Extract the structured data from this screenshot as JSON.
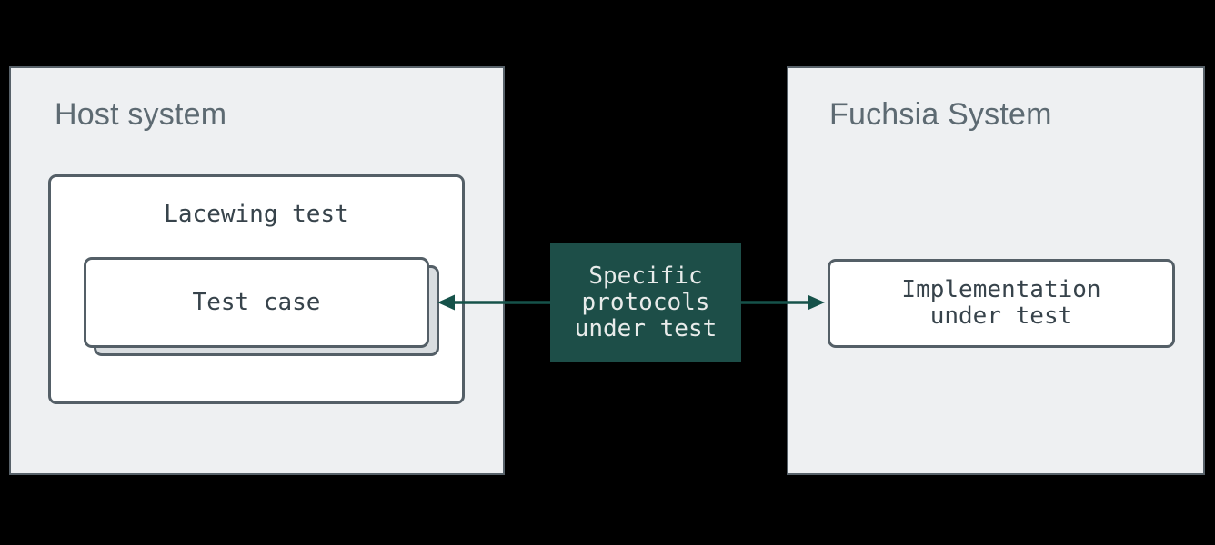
{
  "colors": {
    "page_bg": "#000000",
    "panel_bg": "#eef0f2",
    "panel_border": "#58626a",
    "box_bg": "#ffffff",
    "box_border": "#545f67",
    "stack_bg": "#d9dde0",
    "teal_bg": "#1d4e48",
    "teal_text": "#e8ebea",
    "arrow": "#16524a",
    "panel_label": "#5d6a72",
    "mono_text": "#37434b"
  },
  "host_panel": {
    "label": "Host system"
  },
  "fuchsia_panel": {
    "label": "Fuchsia System"
  },
  "lacewing_box": {
    "label": "Lacewing test"
  },
  "test_case_box": {
    "label": "Test case"
  },
  "protocols_box": {
    "label": "Specific protocols under test",
    "lines": [
      "Specific",
      "protocols",
      "under test"
    ]
  },
  "implementation_box": {
    "label": "Implementation under test",
    "lines": [
      "Implementation",
      "under test"
    ]
  }
}
